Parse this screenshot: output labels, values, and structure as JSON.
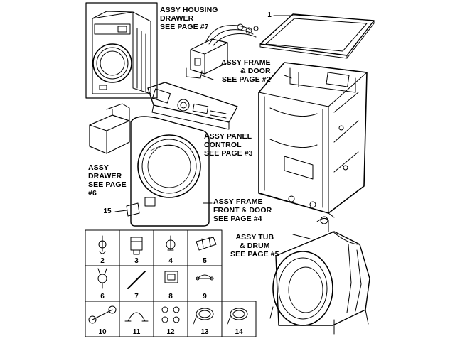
{
  "labels": {
    "housing_drawer": "ASSY HOUSING\nDRAWER\nSEE PAGE #7",
    "frame_door_top": "ASSY FRAME\n& DOOR\nSEE PAGE #2",
    "panel_control": "ASSY PANEL\nCONTROL\nSEE PAGE #3",
    "drawer": "ASSY\nDRAWER\nSEE PAGE\n#6",
    "frame_front": "ASSY FRAME\nFRONT & DOOR\nSEE PAGE #4",
    "tub_drum": "ASSY TUB\n& DRUM\nSEE PAGE #5"
  },
  "callouts": {
    "top_cover": "1",
    "front_filter_cover": "15"
  },
  "parts_grid": [
    [
      "2",
      "3",
      "4",
      "5"
    ],
    [
      "6",
      "7",
      "8",
      "9"
    ],
    [
      "10",
      "11",
      "12",
      "13",
      "14"
    ]
  ]
}
